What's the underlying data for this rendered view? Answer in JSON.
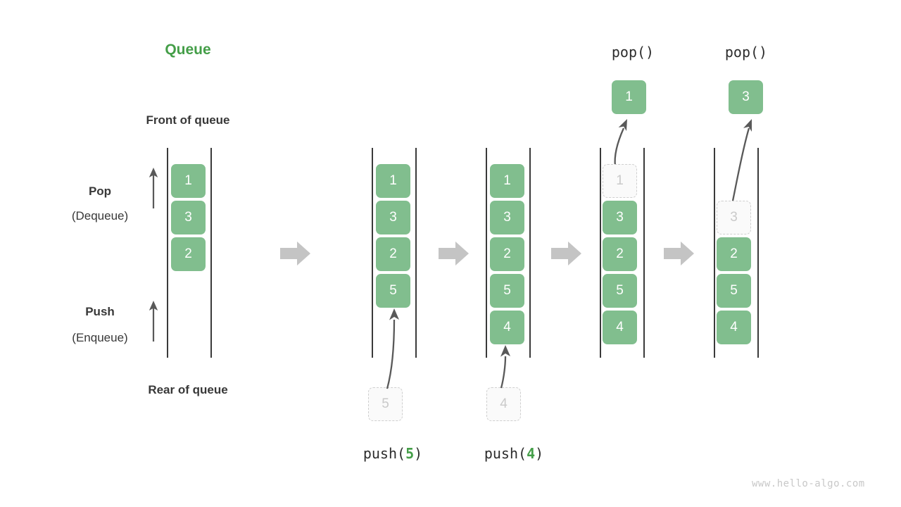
{
  "title": "Queue",
  "labels": {
    "front": "Front of queue",
    "rear": "Rear of queue",
    "pop_main": "Pop",
    "pop_sub": "(Dequeue)",
    "push_main": "Push",
    "push_sub": "(Enqueue)"
  },
  "watermark": "www.hello-algo.com",
  "colors": {
    "element_green": "#81be8e",
    "title_green": "#449e48",
    "ghost_fill": "#fafafa",
    "ghost_border": "#cfcfcf",
    "ghost_text": "#c9c9c9",
    "rail": "#3a3a3a",
    "block_arrow": "#c4c4c4",
    "text_dark": "#383838",
    "watermark_gray": "#c8c8c8"
  },
  "operations": {
    "push5": {
      "prefix": "push(",
      "arg": "5",
      "suffix": ")"
    },
    "push4": {
      "prefix": "push(",
      "arg": "4",
      "suffix": ")"
    },
    "pop1": "pop()",
    "pop2": "pop()"
  },
  "states": [
    {
      "name": "initial",
      "elements": [
        {
          "value": "1",
          "ghost": false
        },
        {
          "value": "3",
          "ghost": false
        },
        {
          "value": "2",
          "ghost": false
        }
      ],
      "incoming": null,
      "outgoing": null
    },
    {
      "name": "after-push-5",
      "elements": [
        {
          "value": "1",
          "ghost": false
        },
        {
          "value": "3",
          "ghost": false
        },
        {
          "value": "2",
          "ghost": false
        },
        {
          "value": "5",
          "ghost": false
        }
      ],
      "incoming": {
        "value": "5",
        "ghost": true
      },
      "outgoing": null
    },
    {
      "name": "after-push-4",
      "elements": [
        {
          "value": "1",
          "ghost": false
        },
        {
          "value": "3",
          "ghost": false
        },
        {
          "value": "2",
          "ghost": false
        },
        {
          "value": "5",
          "ghost": false
        },
        {
          "value": "4",
          "ghost": false
        }
      ],
      "incoming": {
        "value": "4",
        "ghost": true
      },
      "outgoing": null
    },
    {
      "name": "after-pop-1",
      "elements": [
        {
          "value": "1",
          "ghost": true
        },
        {
          "value": "3",
          "ghost": false
        },
        {
          "value": "2",
          "ghost": false
        },
        {
          "value": "5",
          "ghost": false
        },
        {
          "value": "4",
          "ghost": false
        }
      ],
      "incoming": null,
      "outgoing": {
        "value": "1",
        "ghost": false
      }
    },
    {
      "name": "after-pop-3",
      "elements": [
        {
          "value": "3",
          "ghost": true
        },
        {
          "value": "2",
          "ghost": false
        },
        {
          "value": "5",
          "ghost": false
        },
        {
          "value": "4",
          "ghost": false
        }
      ],
      "incoming": null,
      "outgoing": {
        "value": "3",
        "ghost": false
      }
    }
  ],
  "cells": {
    "c1_1": "1",
    "c1_2": "3",
    "c1_3": "2",
    "c2_1": "1",
    "c2_2": "3",
    "c2_3": "2",
    "c2_4": "5",
    "c2_in": "5",
    "c3_1": "1",
    "c3_2": "3",
    "c3_3": "2",
    "c3_4": "5",
    "c3_5": "4",
    "c3_in": "4",
    "c4_out": "1",
    "c4_1": "1",
    "c4_2": "3",
    "c4_3": "2",
    "c4_4": "5",
    "c4_5": "4",
    "c5_out": "3",
    "c5_1": "3",
    "c5_2": "2",
    "c5_3": "5",
    "c5_4": "4"
  }
}
